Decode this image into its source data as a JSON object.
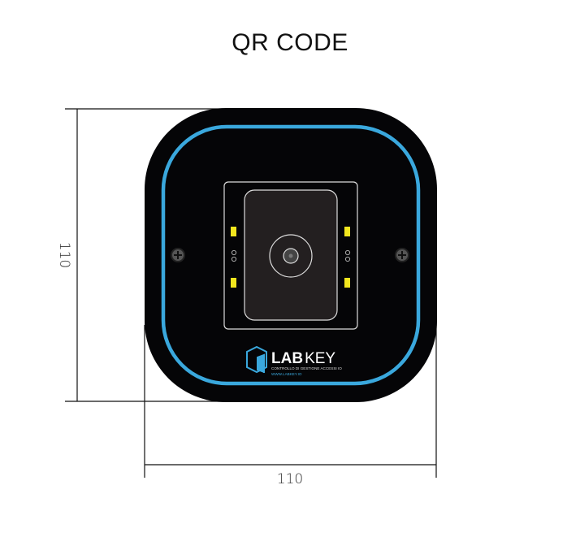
{
  "title": "QR CODE",
  "dimensions": {
    "height_label": "110",
    "width_label": "110"
  },
  "device": {
    "brand_bold": "LAB",
    "brand_light": "KEY",
    "tagline": "CONTROLLO DI GESTIONE ACCESSI IO",
    "website": "WWW.LABKEY.IO",
    "colors": {
      "body": "#050507",
      "ring": "#3aa8dd",
      "led": "#f2e61e",
      "scanner": "#231f20"
    }
  }
}
